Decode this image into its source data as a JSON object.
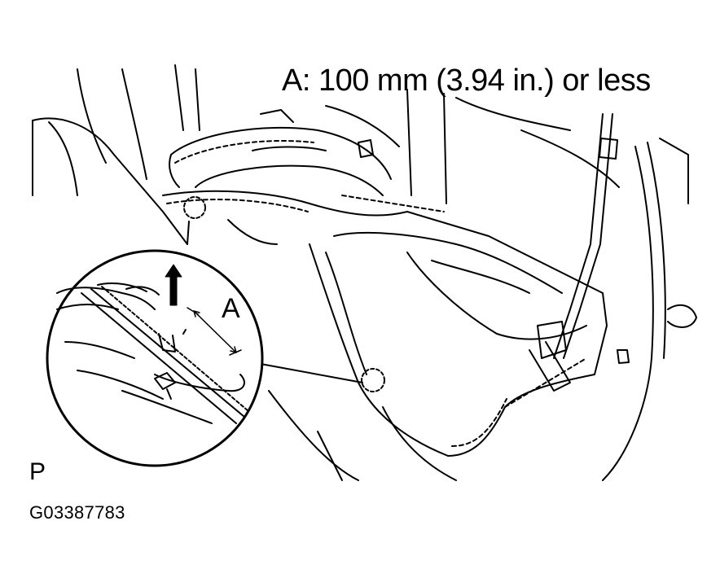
{
  "labels": {
    "spec": "A: 100 mm (3.94 in.) or less",
    "dimension_letter": "A",
    "corner_mark": "P",
    "figure_id": "G03387783"
  },
  "colors": {
    "line": "#000000",
    "background": "#ffffff"
  }
}
